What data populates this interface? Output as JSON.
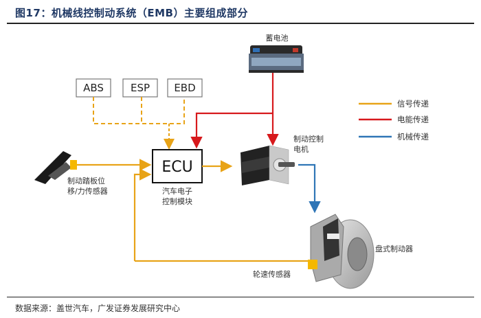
{
  "title": "图17：机械线控制动系统（EMB）主要组成部分",
  "footnote": "数据来源：盖世汽车，广发证券发展研究中心",
  "colors": {
    "signal": "#E8A317",
    "power": "#D7191C",
    "mechanical": "#2E75B6"
  },
  "components": {
    "battery": "蓄电池",
    "abs": "ABS",
    "esp": "ESP",
    "ebd": "EBD",
    "ecu": "ECU",
    "ecu_label_line1": "汽车电子",
    "ecu_label_line2": "控制模块",
    "pedal_label_line1": "制动踏板位",
    "pedal_label_line2": "移/力传感器",
    "motor_label_line1": "制动控制",
    "motor_label_line2": "电机",
    "disc_brake": "盘式制动器",
    "wheel_sensor": "轮速传感器"
  },
  "legend": [
    {
      "label": "信号传递",
      "color_key": "signal"
    },
    {
      "label": "电能传递",
      "color_key": "power"
    },
    {
      "label": "机械传递",
      "color_key": "mechanical"
    }
  ]
}
